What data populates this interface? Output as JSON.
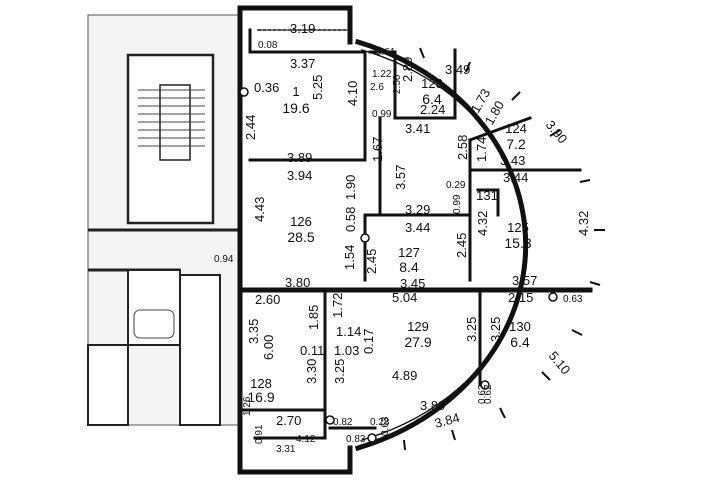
{
  "rooms": [
    {
      "id": "r1",
      "number": "1",
      "area": "19.6"
    },
    {
      "id": "r123",
      "number": "123",
      "area": "6.4"
    },
    {
      "id": "r124",
      "number": "124",
      "area": "7.2"
    },
    {
      "id": "r125",
      "number": "125",
      "area": "15.3"
    },
    {
      "id": "r126",
      "number": "126",
      "area": "28.5"
    },
    {
      "id": "r127",
      "number": "127",
      "area": "8.4"
    },
    {
      "id": "r128",
      "number": "128",
      "area": "16.9"
    },
    {
      "id": "r129",
      "number": "129",
      "area": "27.9"
    },
    {
      "id": "r130",
      "number": "130",
      "area": "6.4"
    },
    {
      "id": "r131",
      "number": "131",
      "area": ""
    }
  ],
  "dimensions": [
    "3.19",
    "0.08",
    "3.37",
    "0.61",
    "0.36",
    "5.25",
    "4.10",
    "2.89",
    "1.22",
    "2.6",
    "2.50",
    "3.49",
    "1.73",
    "1.80",
    "2.44",
    "0.99",
    "2.24",
    "3.41",
    "3.90",
    "2.58",
    "1.67",
    "1.74",
    "3.89",
    "3.43",
    "3.94",
    "1.90",
    "3.57",
    "0.29",
    "3.44",
    "4.43",
    "0.58",
    "3.29",
    "0.99",
    "4.32",
    "4.32",
    "3.44",
    "1.54",
    "2.45",
    "2.45",
    "0.94",
    "3.80",
    "3.45",
    "3.57",
    "2.60",
    "1.72",
    "5.04",
    "2.15",
    "0.63",
    "3.35",
    "1.85",
    "1.14",
    "0.17",
    "3.25",
    "3.25",
    "6.00",
    "0.11",
    "1.03",
    "5.10",
    "3.30",
    "3.25",
    "4.89",
    "1.26",
    "3.89",
    "0.82",
    "0.28",
    "2.70",
    "4.12",
    "0.83",
    "0.63",
    "3.84",
    "0.91",
    "3.31",
    "0.62",
    "0.62"
  ]
}
